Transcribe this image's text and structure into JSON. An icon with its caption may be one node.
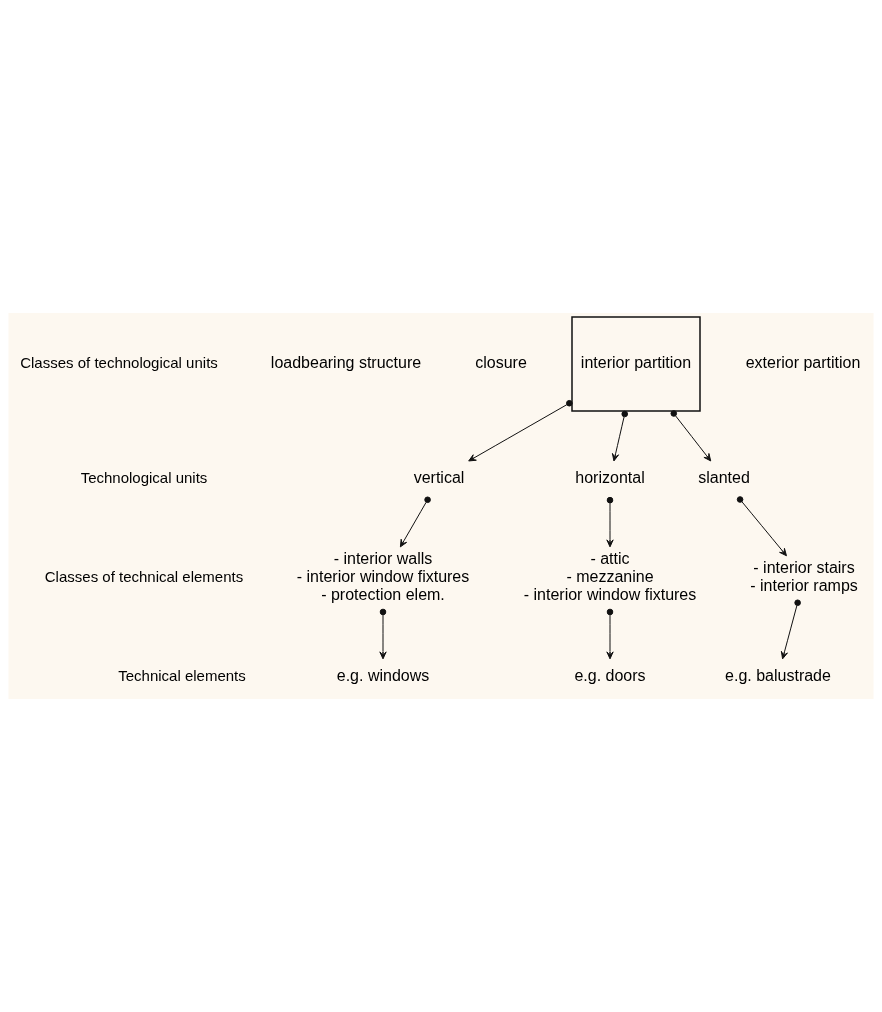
{
  "diagram": {
    "nodes": [
      {
        "text": [
          "loadbearing structure"
        ]
      },
      {
        "text": [
          "closure"
        ]
      },
      {
        "text": [
          "interior partition"
        ]
      },
      {
        "text": [
          "exterior partition"
        ]
      },
      {
        "text": [
          "vertical"
        ]
      },
      {
        "text": [
          "horizontal"
        ]
      },
      {
        "text": [
          "slanted"
        ]
      },
      {
        "text": [
          "- interior walls",
          "- interior window fixtures",
          "- protection elem."
        ]
      },
      {
        "text": [
          "- attic",
          "- mezzanine",
          "- interior window fixtures"
        ]
      },
      {
        "text": [
          "- interior stairs",
          "- interior ramps"
        ]
      },
      {
        "text": [
          "e.g. windows"
        ]
      },
      {
        "text": [
          "e.g. doors"
        ]
      },
      {
        "text": [
          "e.g. balustrade"
        ]
      }
    ],
    "edges": [
      {
        "from": 2,
        "to": 4,
        "arrow": "to"
      },
      {
        "from": 2,
        "to": 5,
        "arrow": "to"
      },
      {
        "from": 2,
        "to": 6,
        "arrow": "to"
      },
      {
        "from": 4,
        "to": 7,
        "arrow": "to"
      },
      {
        "from": 5,
        "to": 8,
        "arrow": "to"
      },
      {
        "from": 6,
        "to": 9,
        "arrow": "to"
      },
      {
        "from": 7,
        "to": 10,
        "arrow": "to"
      },
      {
        "from": 8,
        "to": 11,
        "arrow": "to"
      },
      {
        "from": 9,
        "to": 12,
        "arrow": "to"
      }
    ],
    "labels": [
      "Classes of technological units",
      "Technological units",
      "Classes of technical elements",
      "Technical elements"
    ]
  }
}
